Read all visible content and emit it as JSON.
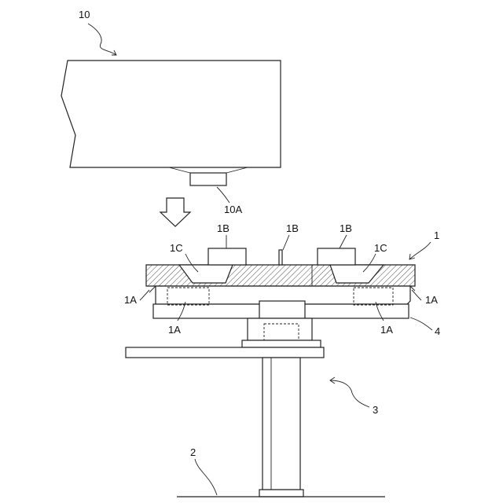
{
  "labels": {
    "device_10": "10",
    "nozzle_10a": "10A",
    "body_1": "1",
    "part_1b_left": "1B",
    "part_1b_center": "1B",
    "part_1b_right": "1B",
    "part_1c_left": "1C",
    "part_1c_right": "1C",
    "part_1a_outer_left": "1A",
    "part_1a_outer_right": "1A",
    "part_1a_inner_left": "1A",
    "part_1a_inner_right": "1A",
    "holder_4": "4",
    "stand_3": "3",
    "floor_2": "2"
  },
  "colors": {
    "line": "#222222",
    "background": "#ffffff"
  }
}
